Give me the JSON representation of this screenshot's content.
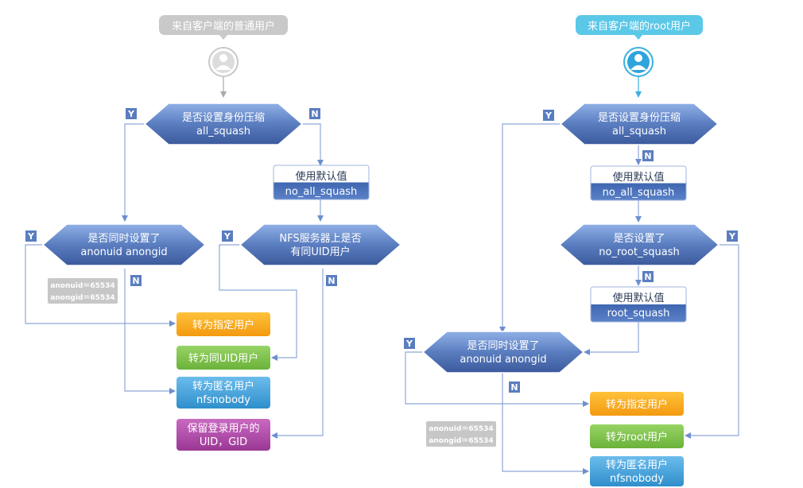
{
  "left": {
    "start": "来自客户端的普通用户",
    "d1": {
      "line1": "是否设置身份压缩",
      "line2": "all_squash"
    },
    "default1": {
      "line1": "使用默认值",
      "line2": "no_all_squash"
    },
    "d2": {
      "line1": "是否同时设置了",
      "line2": "anonuid  anongid"
    },
    "d3": {
      "line1": "NFS服务器上是否",
      "line2": "有同UID用户"
    },
    "anon_note": {
      "line1": "anonuid＝65534",
      "line2": "anongid＝65534"
    },
    "r1": "转为指定用户",
    "r2": "转为同UID用户",
    "r3": {
      "line1": "转为匿名用户",
      "line2": "nfsnobody"
    },
    "r4": {
      "line1": "保留登录用户的",
      "line2": "UID，GID"
    }
  },
  "right": {
    "start": "来自客户端的root用户",
    "d1": {
      "line1": "是否设置身份压缩",
      "line2": "all_squash"
    },
    "default1": {
      "line1": "使用默认值",
      "line2": "no_all_squash"
    },
    "d2": {
      "line1": "是否设置了",
      "line2": "no_root_squash"
    },
    "default2": {
      "line1": "使用默认值",
      "line2": "root_squash"
    },
    "d3": {
      "line1": "是否同时设置了",
      "line2": "anonuid  anongid"
    },
    "anon_note": {
      "line1": "anonuid＝65534",
      "line2": "anongid＝65534"
    },
    "r1": "转为指定用户",
    "r2": "转为root用户",
    "r3": {
      "line1": "转为匿名用户",
      "line2": "nfsnobody"
    }
  },
  "labels": {
    "yes": "Y",
    "no": "N"
  },
  "colors": {
    "diamond": "#5a7dc0",
    "orange": "#f7a51c",
    "green": "#7cc04a",
    "blue": "#46a2d8",
    "purple": "#b04aa8",
    "gray_badge": "#c7c7c7",
    "cyan_badge": "#5bc8e8",
    "line": "#8ea8d8"
  }
}
